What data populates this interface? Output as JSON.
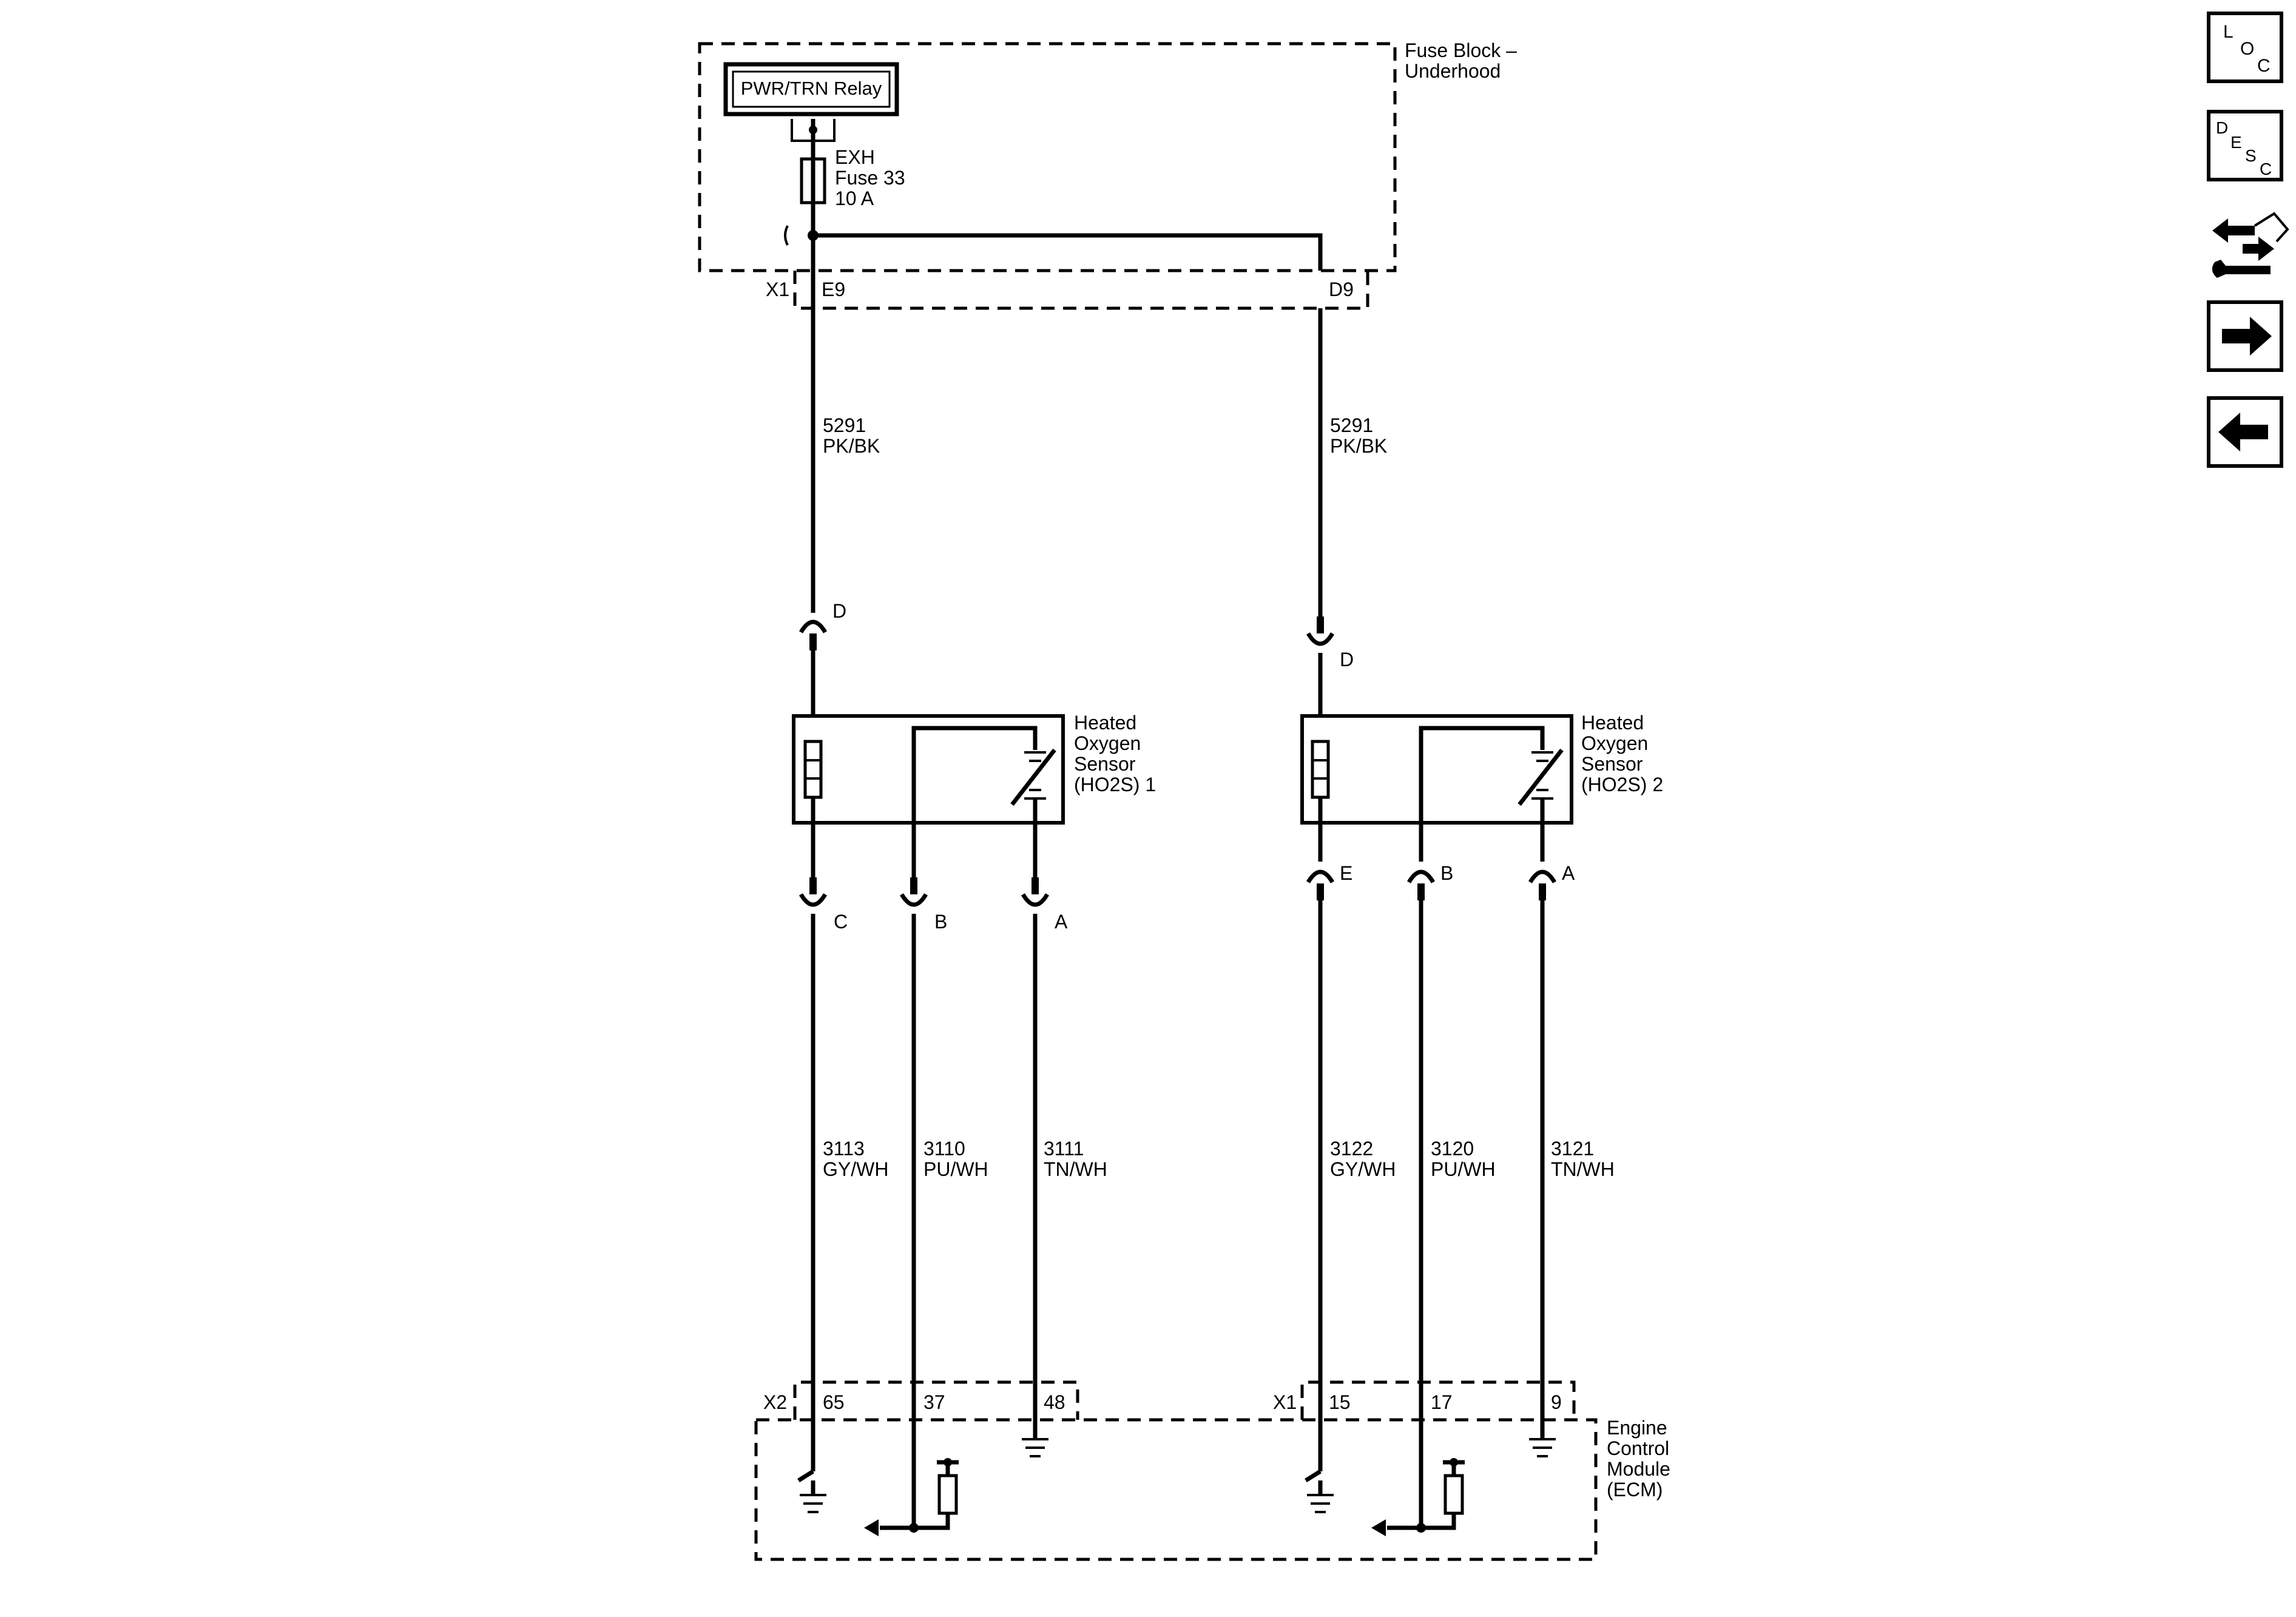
{
  "fuse_block": {
    "label_line1": "Fuse Block –",
    "label_line2": "Underhood"
  },
  "relay": {
    "label": "PWR/TRN Relay"
  },
  "fuse": {
    "line1": "EXH",
    "line2": "Fuse 33",
    "line3": "10 A"
  },
  "connectors": {
    "x1_top": "X1",
    "e9": "E9",
    "d9": "D9",
    "x2_ecm": "X2",
    "x1_ecm": "X1"
  },
  "wires": {
    "left_supply": {
      "circuit": "5291",
      "color": "PK/BK"
    },
    "right_supply": {
      "circuit": "5291",
      "color": "PK/BK"
    },
    "s1_c": {
      "circuit": "3113",
      "color": "GY/WH"
    },
    "s1_b": {
      "circuit": "3110",
      "color": "PU/WH"
    },
    "s1_a": {
      "circuit": "3111",
      "color": "TN/WH"
    },
    "s2_e": {
      "circuit": "3122",
      "color": "GY/WH"
    },
    "s2_b": {
      "circuit": "3120",
      "color": "PU/WH"
    },
    "s2_a": {
      "circuit": "3121",
      "color": "TN/WH"
    }
  },
  "sensor1": {
    "line1": "Heated",
    "line2": "Oxygen",
    "line3": "Sensor",
    "line4": "(HO2S) 1",
    "pin_d": "D",
    "pin_c": "C",
    "pin_b": "B",
    "pin_a": "A"
  },
  "sensor2": {
    "line1": "Heated",
    "line2": "Oxygen",
    "line3": "Sensor",
    "line4": "(HO2S) 2",
    "pin_d": "D",
    "pin_e": "E",
    "pin_b": "B",
    "pin_a": "A"
  },
  "ecm": {
    "line1": "Engine",
    "line2": "Control",
    "line3": "Module",
    "line4": "(ECM)",
    "pin_65": "65",
    "pin_37": "37",
    "pin_48": "48",
    "pin_15": "15",
    "pin_17": "17",
    "pin_9": "9"
  },
  "nav": {
    "loc_l": "L",
    "loc_o": "O",
    "loc_c": "C",
    "desc_d": "D",
    "desc_e": "E",
    "desc_s": "S",
    "desc_c": "C"
  }
}
